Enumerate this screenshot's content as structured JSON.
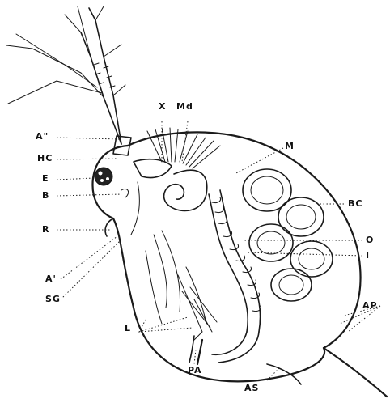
{
  "diagram": {
    "labels": {
      "A2": "A\"",
      "HC": "HC",
      "E": "E",
      "B": "B",
      "R": "R",
      "A1": "A'",
      "SG": "SG",
      "L": "L",
      "PA": "PA",
      "AS": "AS",
      "AP": "AP",
      "BC": "BC",
      "O": "O",
      "I": "I",
      "M": "M",
      "X": "X",
      "Md": "Md"
    },
    "colors": {
      "ink": "#1a1a1a",
      "background": "#ffffff"
    }
  }
}
